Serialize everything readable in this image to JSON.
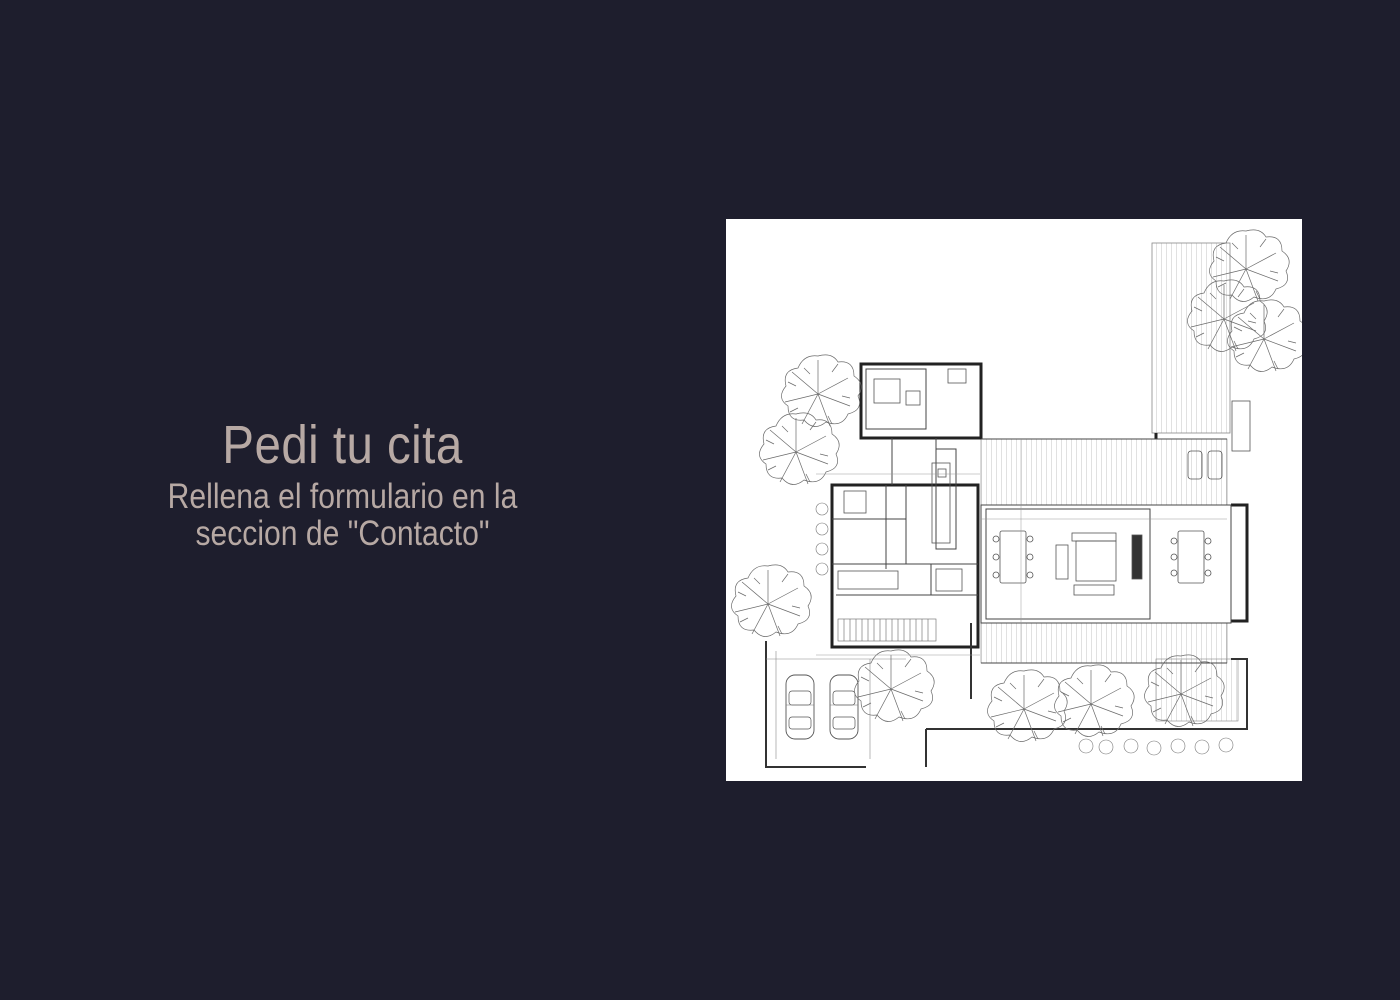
{
  "heading": {
    "title": "Pedi tu cita",
    "line1": "Rellena el formulario en la",
    "line2": "seccion de \"Contacto\""
  },
  "image": {
    "alt": "Plano arquitectónico de planta de vivienda"
  },
  "colors": {
    "background": "#1e1e2d",
    "text": "#b7a9a4",
    "plan_background": "#ffffff",
    "plan_lines": "#555555"
  }
}
